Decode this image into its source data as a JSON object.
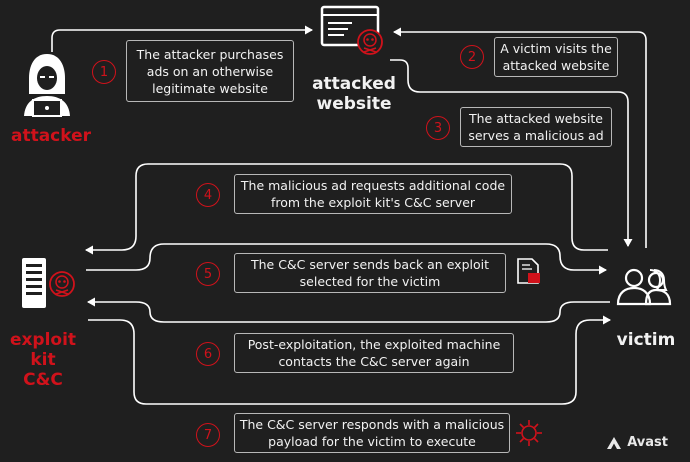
{
  "actors": {
    "attacker": "attacker",
    "website_line1": "attacked",
    "website_line2": "website",
    "exploit_kit_line1": "exploit kit",
    "exploit_kit_line2": "C&C",
    "victim": "victim"
  },
  "steps": [
    {
      "number": "1",
      "line1": "The attacker purchases",
      "line2": "ads on an otherwise",
      "line3": "legitimate website"
    },
    {
      "number": "2",
      "line1": "A victim visits the",
      "line2": "attacked website"
    },
    {
      "number": "3",
      "line1": "The attacked website",
      "line2": "serves a malicious ad"
    },
    {
      "number": "4",
      "line1": "The malicious ad requests additional code",
      "line2": "from the exploit kit's C&C server"
    },
    {
      "number": "5",
      "line1": "The C&C server sends back an exploit",
      "line2": "selected for the victim"
    },
    {
      "number": "6",
      "line1": "Post-exploitation, the exploited machine",
      "line2": "contacts the C&C server again"
    },
    {
      "number": "7",
      "line1": "The C&C server responds with a malicious",
      "line2": "payload for the victim to execute"
    }
  ],
  "brand": {
    "name": "Avast",
    "icon": "avast-logo-icon"
  },
  "colors": {
    "accent": "#d0121b",
    "background": "#1f1f1f",
    "line": "#b8b8b8"
  }
}
